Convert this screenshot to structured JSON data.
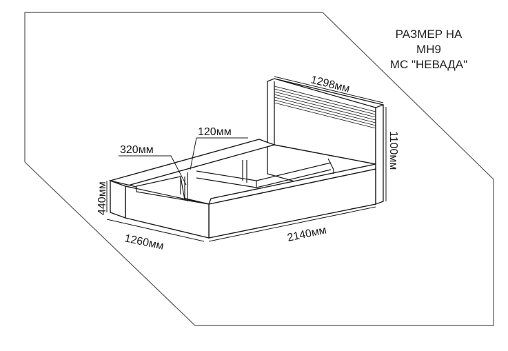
{
  "title": {
    "line1": "РАЗМЕР НА",
    "line2": "МН9",
    "line3": "МС \"НЕВАДА\""
  },
  "dimensions": {
    "headboard_width": "1298мм",
    "headboard_height": "1100мм",
    "length": "2140мм",
    "width": "1260мм",
    "side_height": "440мм",
    "inner_depth": "320мм",
    "panel_thickness": "120мм"
  },
  "colors": {
    "line": "#1a1a1a",
    "frame": "#555555",
    "background": "#ffffff"
  }
}
